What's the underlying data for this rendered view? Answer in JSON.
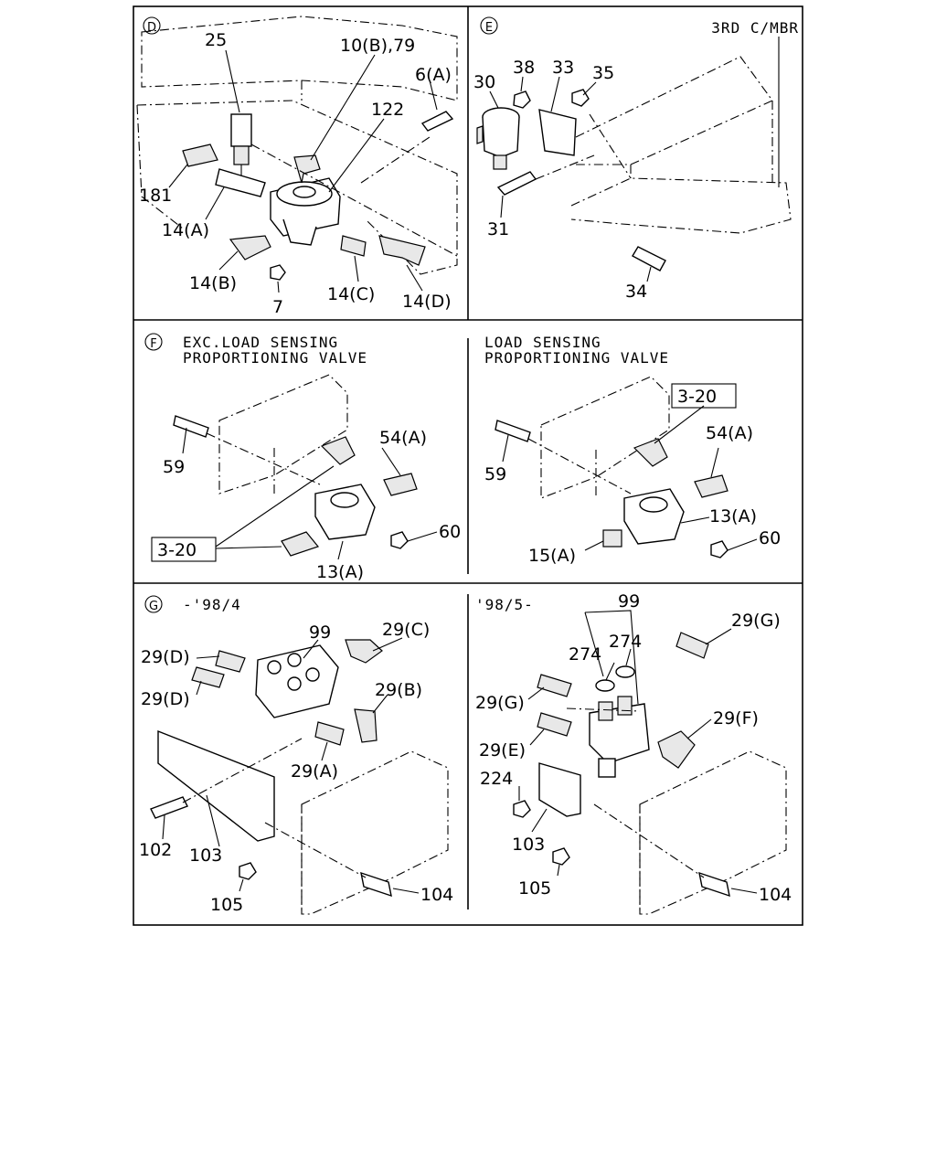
{
  "panels": {
    "D": {
      "letter": "D",
      "labels": {
        "p25": "25",
        "p10b79": "10(B),79",
        "p6a": "6(A)",
        "p122": "122",
        "p181": "181",
        "p14a": "14(A)",
        "p14b": "14(B)",
        "p7": "7",
        "p14c": "14(C)",
        "p14d": "14(D)"
      }
    },
    "E": {
      "letter": "E",
      "note": "3RD C/MBR",
      "labels": {
        "p30": "30",
        "p38": "38",
        "p33": "33",
        "p35": "35",
        "p31": "31",
        "p34": "34"
      }
    },
    "F": {
      "letter": "F",
      "left_title_1": "EXC.LOAD SENSING",
      "left_title_2": "PROPORTIONING VALVE",
      "right_title_1": "LOAD SENSING",
      "right_title_2": "PROPORTIONING VALVE",
      "labels": {
        "l59": "59",
        "l54a": "54(A)",
        "l320": "3-20",
        "l13a": "13(A)",
        "l60": "60",
        "r320": "3-20",
        "r54a": "54(A)",
        "r59": "59",
        "r13a": "13(A)",
        "r60": "60",
        "r15a": "15(A)"
      }
    },
    "G": {
      "letter": "G",
      "left_note": "-'98/4",
      "right_note": "'98/5-",
      "labels": {
        "l99": "99",
        "l29c": "29(C)",
        "l29d1": "29(D)",
        "l29d2": "29(D)",
        "l29b": "29(B)",
        "l29a": "29(A)",
        "l102": "102",
        "l103": "103",
        "l105": "105",
        "l104": "104",
        "r99": "99",
        "r274a": "274",
        "r274b": "274",
        "r29g1": "29(G)",
        "r29g2": "29(G)",
        "r29e": "29(E)",
        "r29f": "29(F)",
        "r224": "224",
        "r103": "103",
        "r105": "105",
        "r104": "104"
      }
    }
  }
}
